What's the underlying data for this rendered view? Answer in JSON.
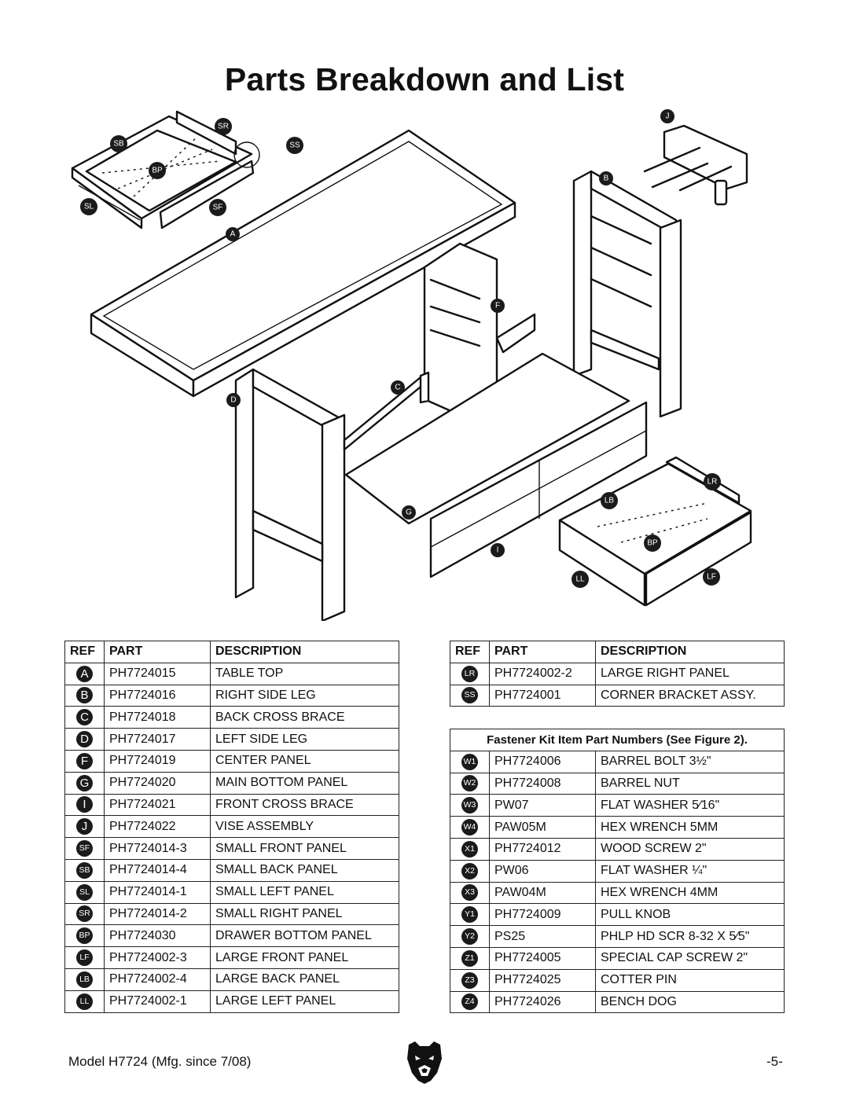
{
  "page": {
    "title": "Parts Breakdown and List",
    "footer_model": "Model H7724 (Mfg. since 7/08)",
    "page_number": "-5-"
  },
  "diagram_labels": {
    "sb": "SB",
    "sr": "SR",
    "ss": "SS",
    "bp": "BP",
    "sl": "SL",
    "sf": "SF",
    "a": "A",
    "j": "J",
    "b": "B",
    "f": "F",
    "c": "C",
    "d": "D",
    "g": "G",
    "i": "I",
    "lr": "LR",
    "lb": "LB",
    "bp2": "BP",
    "ll": "LL",
    "lf": "LF"
  },
  "table_headers": {
    "ref": "REF",
    "part": "PART",
    "description": "DESCRIPTION"
  },
  "parts_left": [
    {
      "ref": "A",
      "part": "PH7724015",
      "description": "TABLE TOP"
    },
    {
      "ref": "B",
      "part": "PH7724016",
      "description": "RIGHT SIDE LEG"
    },
    {
      "ref": "C",
      "part": "PH7724018",
      "description": "BACK CROSS BRACE"
    },
    {
      "ref": "D",
      "part": "PH7724017",
      "description": "LEFT SIDE LEG"
    },
    {
      "ref": "F",
      "part": "PH7724019",
      "description": "CENTER PANEL"
    },
    {
      "ref": "G",
      "part": "PH7724020",
      "description": "MAIN BOTTOM PANEL"
    },
    {
      "ref": "I",
      "part": "PH7724021",
      "description": "FRONT CROSS BRACE"
    },
    {
      "ref": "J",
      "part": "PH7724022",
      "description": "VISE ASSEMBLY"
    },
    {
      "ref": "SF",
      "part": "PH7724014-3",
      "description": "SMALL FRONT PANEL"
    },
    {
      "ref": "SB",
      "part": "PH7724014-4",
      "description": "SMALL BACK PANEL"
    },
    {
      "ref": "SL",
      "part": "PH7724014-1",
      "description": "SMALL LEFT PANEL"
    },
    {
      "ref": "SR",
      "part": "PH7724014-2",
      "description": "SMALL RIGHT PANEL"
    },
    {
      "ref": "BP",
      "part": "PH7724030",
      "description": "DRAWER BOTTOM PANEL"
    },
    {
      "ref": "LF",
      "part": "PH7724002-3",
      "description": "LARGE FRONT PANEL"
    },
    {
      "ref": "LB",
      "part": "PH7724002-4",
      "description": "LARGE BACK PANEL"
    },
    {
      "ref": "LL",
      "part": "PH7724002-1",
      "description": "LARGE LEFT PANEL"
    }
  ],
  "parts_right": [
    {
      "ref": "LR",
      "part": "PH7724002-2",
      "description": "LARGE RIGHT PANEL"
    },
    {
      "ref": "SS",
      "part": "PH7724001",
      "description": "CORNER BRACKET ASSY."
    }
  ],
  "fastener_kit": {
    "header": "Fastener Kit Item Part Numbers (See Figure 2).",
    "items": [
      {
        "ref": "W1",
        "part": "PH7724006",
        "description": "BARREL BOLT 3½\""
      },
      {
        "ref": "W2",
        "part": "PH7724008",
        "description": "BARREL NUT"
      },
      {
        "ref": "W3",
        "part": "PW07",
        "description": "FLAT WASHER 5⁄16\""
      },
      {
        "ref": "W4",
        "part": "PAW05M",
        "description": "HEX WRENCH 5MM"
      },
      {
        "ref": "X1",
        "part": "PH7724012",
        "description": "WOOD SCREW 2\""
      },
      {
        "ref": "X2",
        "part": "PW06",
        "description": "FLAT WASHER ¼\""
      },
      {
        "ref": "X3",
        "part": "PAW04M",
        "description": "HEX WRENCH 4MM"
      },
      {
        "ref": "Y1",
        "part": "PH7724009",
        "description": "PULL KNOB"
      },
      {
        "ref": "Y2",
        "part": "PS25",
        "description": "PHLP HD SCR 8-32 X 5⁄5\""
      },
      {
        "ref": "Z1",
        "part": "PH7724005",
        "description": "SPECIAL CAP SCREW 2\""
      },
      {
        "ref": "Z3",
        "part": "PH7724025",
        "description": "COTTER PIN"
      },
      {
        "ref": "Z4",
        "part": "PH7724026",
        "description": "BENCH DOG"
      }
    ]
  }
}
